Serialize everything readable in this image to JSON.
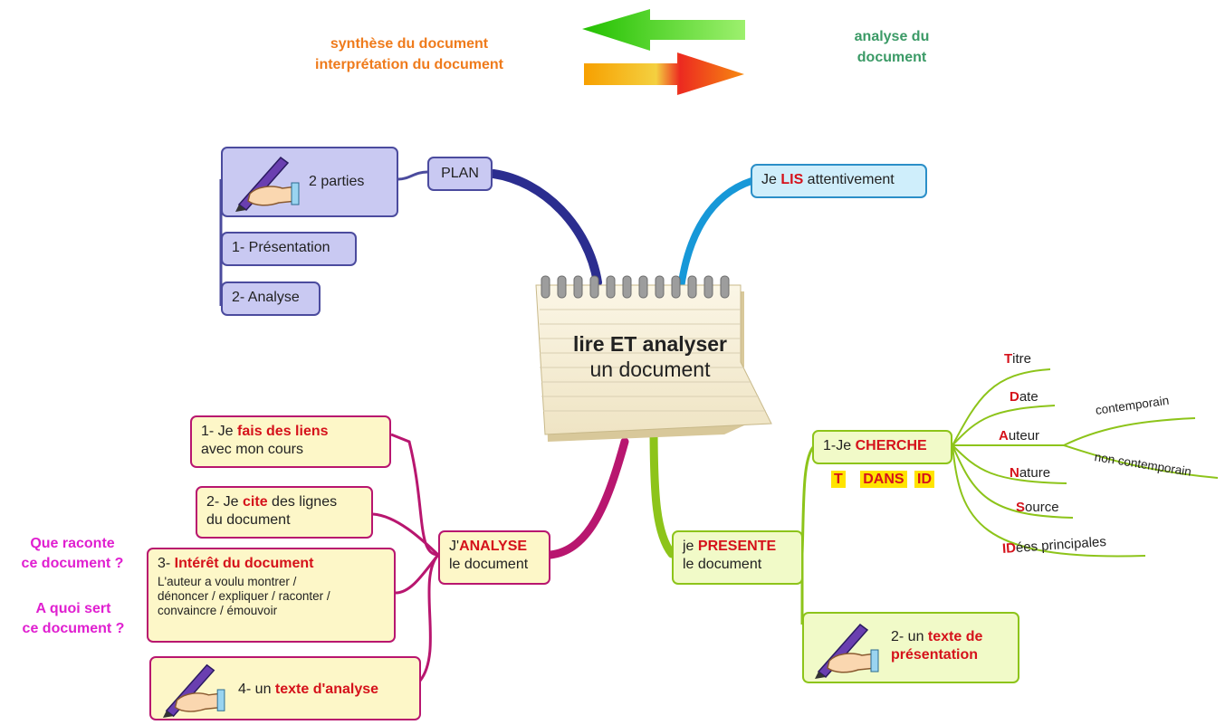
{
  "header": {
    "synthese": "synthèse du document",
    "interpretation": "interprétation du document",
    "analyse_line1": "analyse du",
    "analyse_line2": "document"
  },
  "center": {
    "line1": "lire ET analyser",
    "line2": "un document"
  },
  "plan": {
    "label": "PLAN",
    "parties": "2 parties",
    "item1": "1- Présentation",
    "item2": "2- Analyse"
  },
  "lis": {
    "prefix": "Je ",
    "keyword": "LIS",
    "suffix": " attentivement"
  },
  "analyse": {
    "main_prefix": "J'",
    "main_keyword": "ANALYSE",
    "main_line2": "le document",
    "b1_prefix": "1- Je ",
    "b1_keyword": "fais des liens",
    "b1_line2": "avec mon cours",
    "b2_prefix": "2- Je ",
    "b2_keyword": "cite",
    "b2_suffix": " des lignes",
    "b2_line2": "du document",
    "b3_prefix": "3- ",
    "b3_keyword": "Intérêt du document",
    "b3_l1": "L'auteur a voulu montrer /",
    "b3_l2": "dénoncer / expliquer / raconter /",
    "b3_l3": "convaincre / émouvoir",
    "b4_prefix": "4- un ",
    "b4_keyword": "texte d'analyse"
  },
  "questions": {
    "q1_line1": "Que raconte",
    "q1_line2": "ce document ?",
    "q2_line1": "A quoi sert",
    "q2_line2": "ce document ?"
  },
  "presente": {
    "main_prefix": "je ",
    "main_keyword": "PRESENTE",
    "main_line2": "le document",
    "cherche_prefix": "1-Je ",
    "cherche_keyword": "CHERCHE",
    "tdansid_t": "T",
    "tdansid_dans": "DANS",
    "tdansid_id": "ID",
    "texte_prefix": "2- un ",
    "texte_keyword1": "texte de",
    "texte_keyword2": "présentation"
  },
  "leaves": {
    "titre_first": "T",
    "titre_rest": "itre",
    "date_first": "D",
    "date_rest": "ate",
    "auteur_first": "A",
    "auteur_rest": "uteur",
    "nature_first": "N",
    "nature_rest": "ature",
    "source_first": "S",
    "source_rest": "ource",
    "idees_first": "ID",
    "idees_rest": "ées principales",
    "contemporain": "contemporain",
    "non_contemporain": "non contemporain"
  },
  "colors": {
    "purple": "#4b4b9e",
    "blue": "#2b8fc8",
    "magenta": "#b8166f",
    "green": "#8dc41a",
    "keyword_red": "#d5121b"
  },
  "icons": [
    "arrow-left-icon",
    "arrow-right-icon",
    "notepad-icon",
    "writing-hand-icon"
  ]
}
